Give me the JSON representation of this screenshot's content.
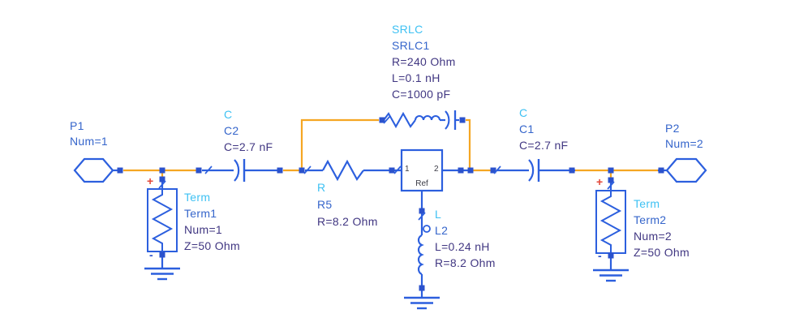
{
  "colors": {
    "wire_orange": "#F5A623",
    "symbol_blue": "#2C5FDE",
    "node_blue": "#2B52CC",
    "type_label_cyan": "#3EC1F3",
    "name_label_blue": "#3565CB",
    "param_label_indigo": "#413782",
    "polarity_plus_red": "#E2483A"
  },
  "labels": {
    "p1": {
      "name": "P1",
      "num": "Num=1"
    },
    "p2": {
      "name": "P2",
      "num": "Num=2"
    },
    "c2": {
      "type": "C",
      "name": "C2",
      "value": "C=2.7 nF"
    },
    "c1": {
      "type": "C",
      "name": "C1",
      "value": "C=2.7 nF"
    },
    "r5": {
      "type": "R",
      "name": "R5",
      "value": "R=8.2 Ohm"
    },
    "srlc1": {
      "type": "SRLC",
      "name": "SRLC1",
      "r": "R=240 Ohm",
      "l": "L=0.1 nH",
      "c": "C=1000 pF"
    },
    "l2": {
      "type": "L",
      "name": "L2",
      "l": "L=0.24 nH",
      "r": "R=8.2 Ohm"
    },
    "term1": {
      "type": "Term",
      "name": "Term1",
      "num": "Num=1",
      "z": "Z=50 Ohm",
      "plus": "+",
      "minus": "-"
    },
    "term2": {
      "type": "Term",
      "name": "Term2",
      "num": "Num=2",
      "z": "Z=50 Ohm",
      "plus": "+",
      "minus": "-"
    },
    "subckt": {
      "pin1": "1",
      "pin2": "2",
      "ref": "Ref"
    }
  }
}
